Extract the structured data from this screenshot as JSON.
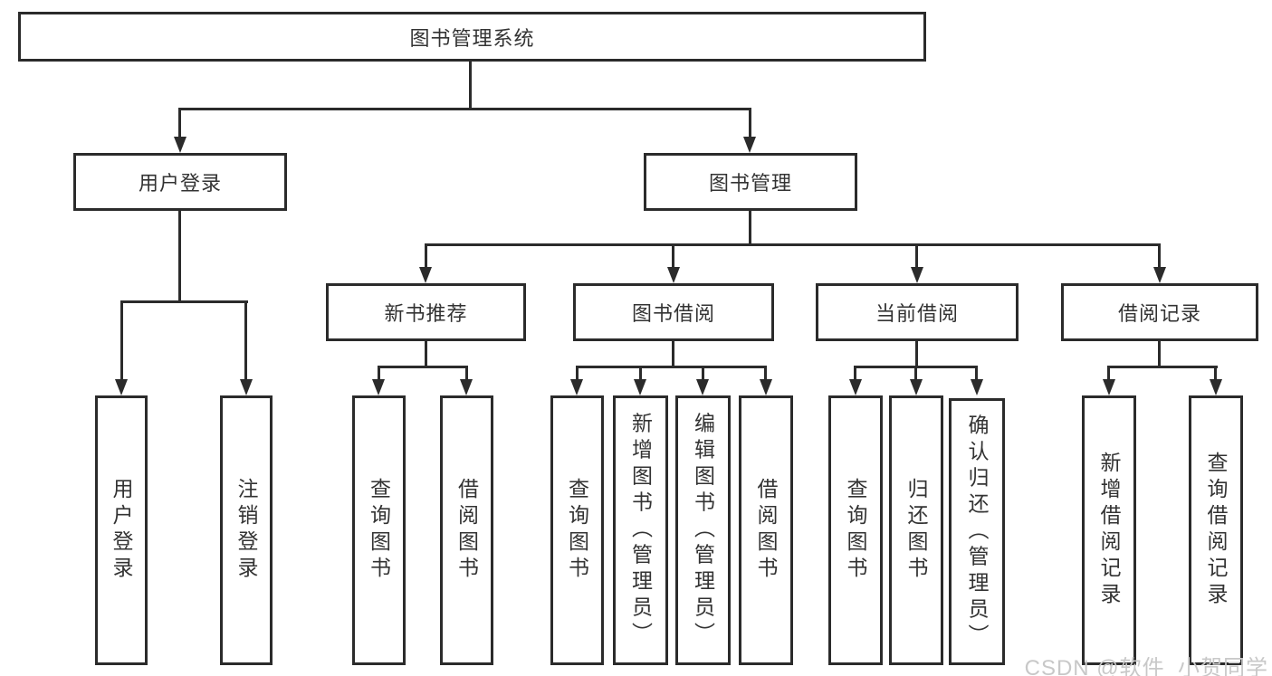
{
  "nodes": {
    "root": "图书管理系统",
    "user_login": "用户登录",
    "book_management": "图书管理",
    "new_book_recommendation": "新书推荐",
    "book_borrowing": "图书借阅",
    "current_borrowing": "当前借阅",
    "borrowing_records": "借阅记录",
    "leaf_user_login": "用户登录",
    "leaf_logout": "注销登录",
    "leaf_recommend_query_books": "查询图书",
    "leaf_recommend_borrow_books": "借阅图书",
    "leaf_borrow_query_books": "查询图书",
    "leaf_borrow_add_books": "新增图书（管理员）",
    "leaf_borrow_edit_books": "编辑图书（管理员）",
    "leaf_borrow_borrow_books": "借阅图书",
    "leaf_current_query_books": "查询图书",
    "leaf_current_return_books": "归还图书",
    "leaf_current_confirm_return": "确认归还（管理员）",
    "leaf_records_add": "新增借阅记录",
    "leaf_records_query": "查询借阅记录"
  },
  "watermark": {
    "text": "CSDN @软件_小贺同学"
  },
  "colors": {
    "line": "#2b2b2b",
    "text": "#333333",
    "background": "#ffffff",
    "watermark": "#c8c8c8"
  }
}
